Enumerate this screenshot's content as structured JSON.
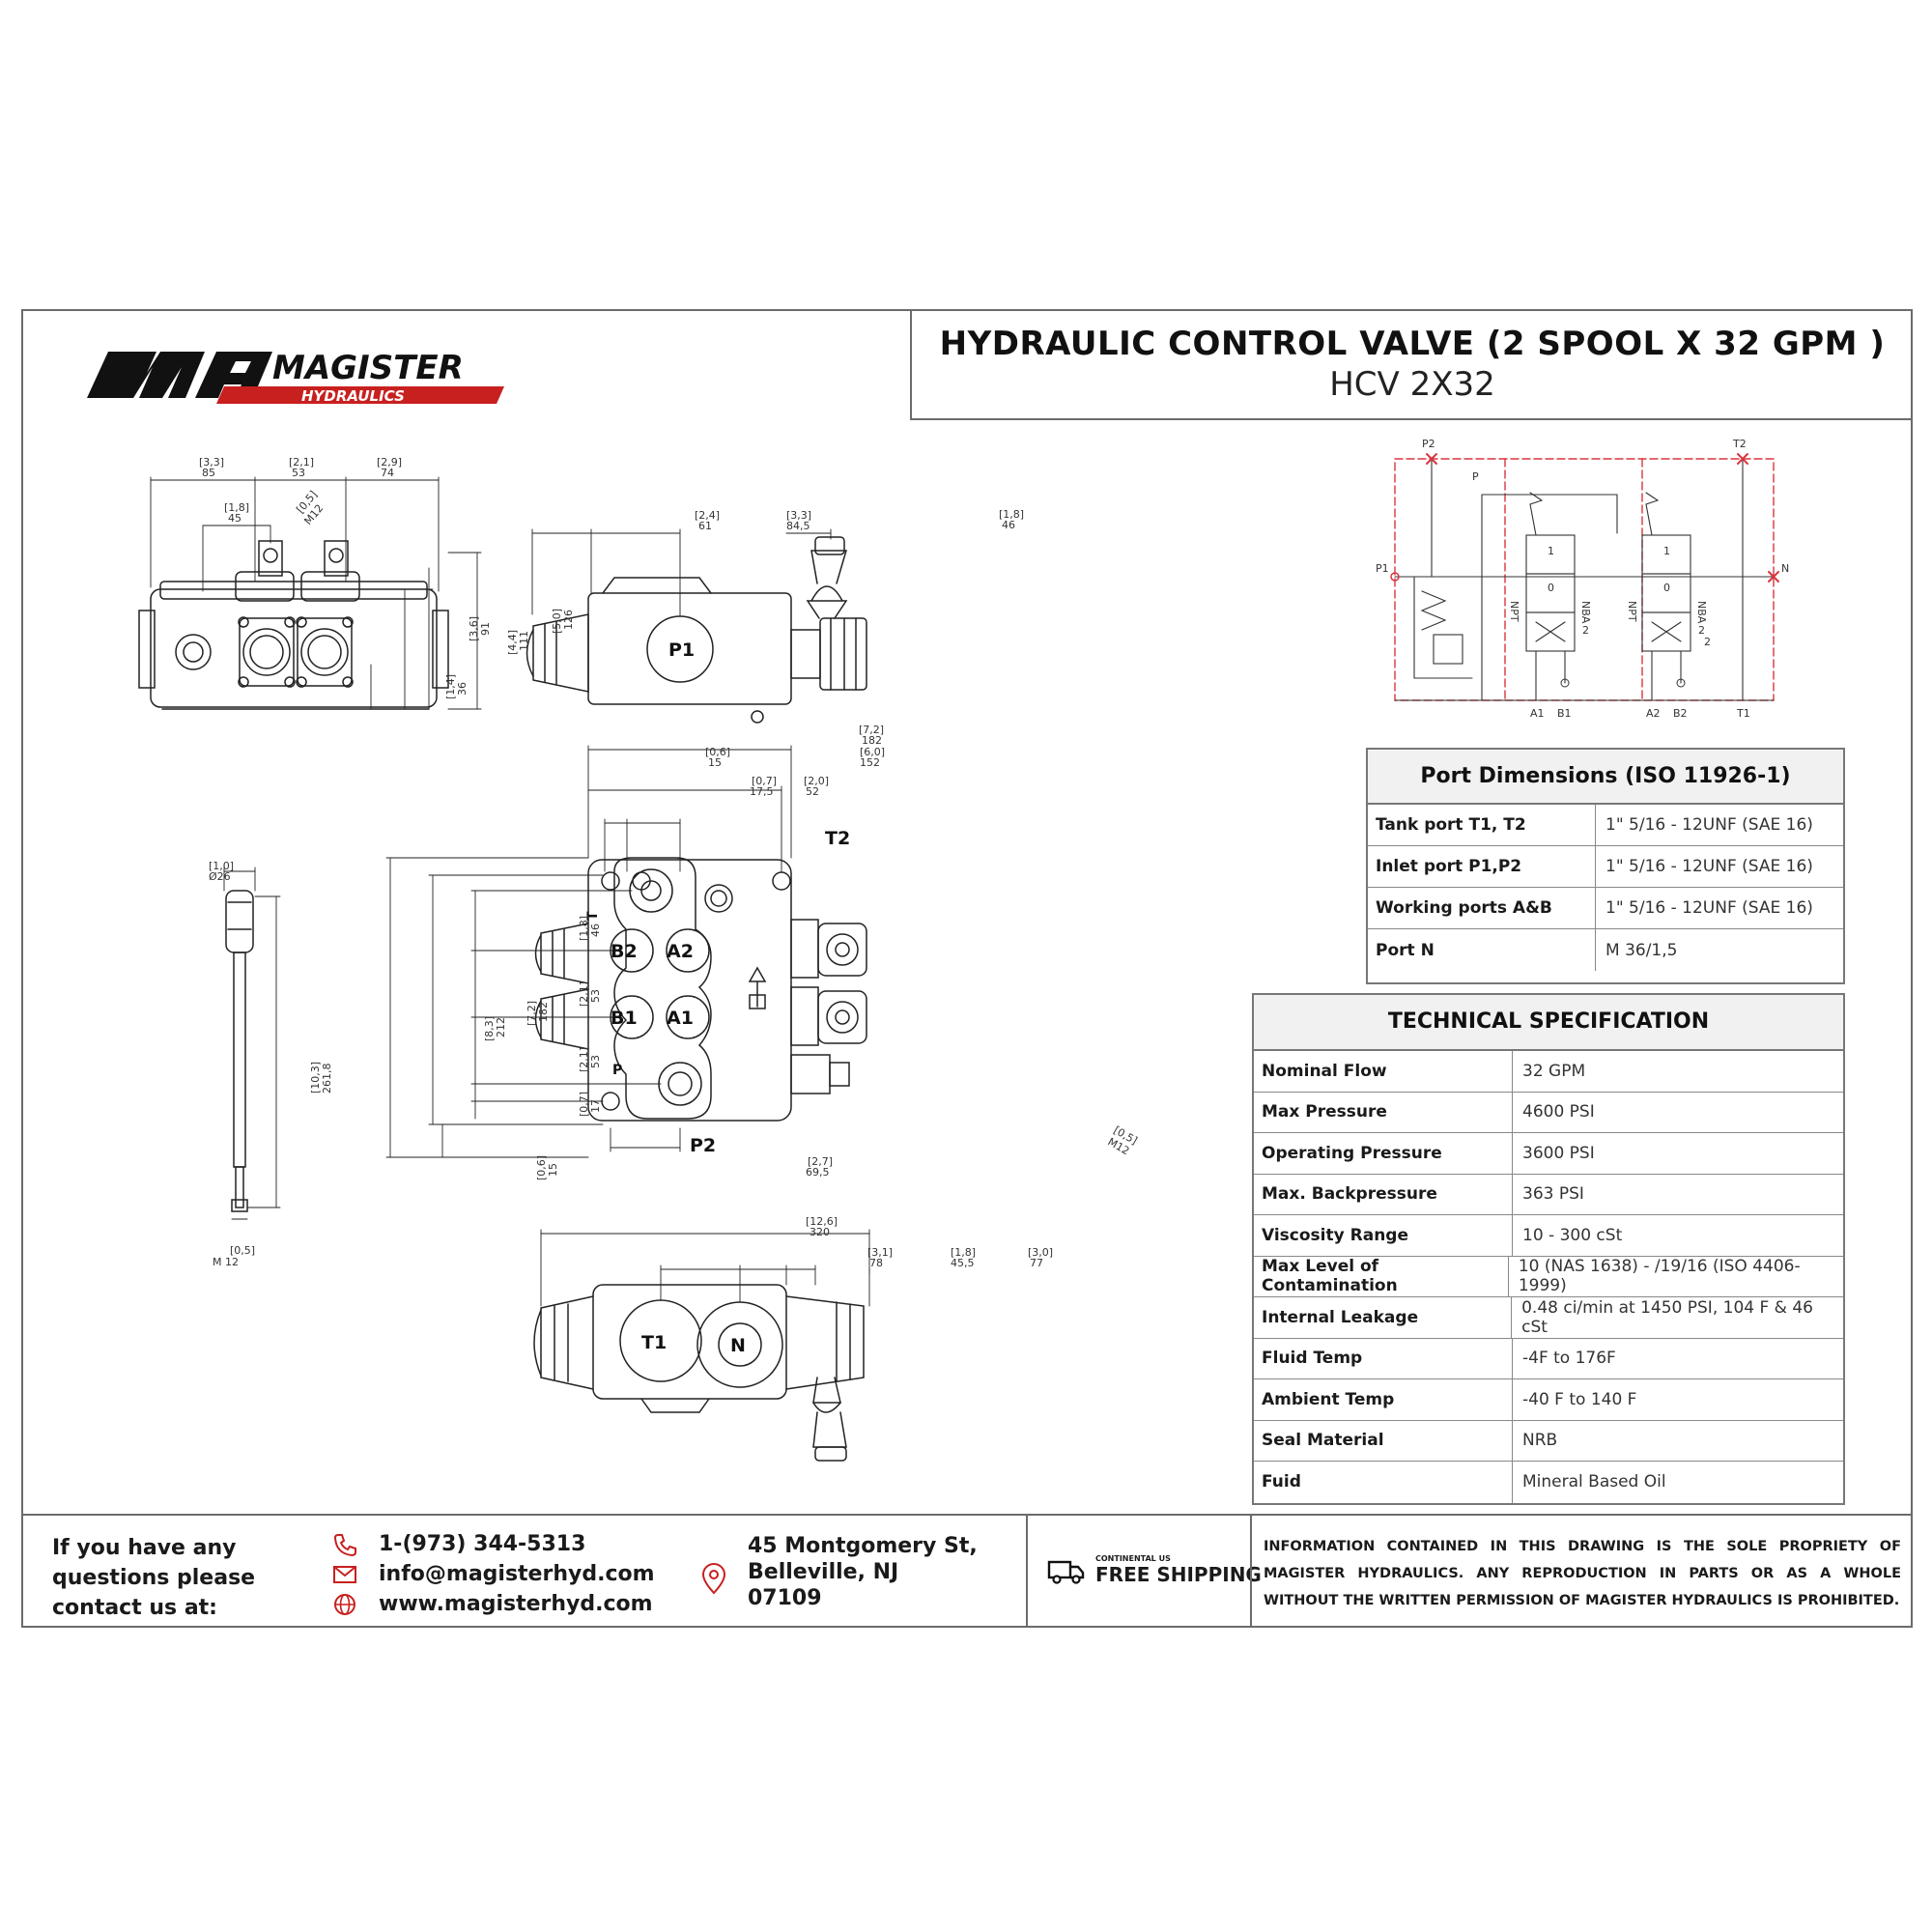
{
  "header": {
    "title": "HYDRAULIC CONTROL VALVE (2 SPOOL X 32 GPM )",
    "model": "HCV 2X32",
    "logo_main": "MAGISTER",
    "logo_sub": "HYDRAULICS"
  },
  "colors": {
    "accent_red": "#c8201f",
    "line": "#222222",
    "border": "#6b6b6b",
    "schematic_dash": "#d9363e"
  },
  "drawing": {
    "top_view": {
      "dims": [
        "[3,3]",
        "85",
        "[2,1]",
        "53",
        "[2,9]",
        "74",
        "[1,8]",
        "45",
        "[0,5]",
        "M12",
        "[3,6]",
        "91",
        "[4,4]",
        "111",
        "[5,0]",
        "126",
        "[1,4]",
        "36"
      ]
    },
    "side_view": {
      "dims": [
        "[2,4]",
        "61",
        "[3,3]",
        "84,5",
        "[1,8]",
        "46"
      ],
      "port": "P1"
    },
    "front_view": {
      "dims": [
        "[7,2]",
        "182",
        "[0,6]",
        "15",
        "[6,0]",
        "152",
        "[0,7]",
        "17,5",
        "[2,0]",
        "52",
        "[1,8]",
        "46",
        "[2,1]",
        "53",
        "[2,1]",
        "53",
        "[0,7]",
        "17",
        "[7,2]",
        "182",
        "[8,3]",
        "212",
        "[0,6]",
        "15",
        "[2,7]",
        "69,5",
        "[0,5]",
        "M12"
      ],
      "ports": [
        "T2",
        "B2",
        "A2",
        "B1",
        "A1",
        "P2"
      ],
      "side_letters": [
        "T",
        "P"
      ]
    },
    "lever": {
      "dims": [
        "[1,0]",
        "Ø26",
        "[10,3]",
        "261,8",
        "[0,5]",
        "M 12"
      ]
    },
    "bottom_view": {
      "dims": [
        "[12,6]",
        "320",
        "[3,1]",
        "78",
        "[1,8]",
        "45,5",
        "[3,0]",
        "77"
      ],
      "ports": [
        "T1",
        "N"
      ]
    },
    "schematic": {
      "labels": [
        "P2",
        "T2",
        "P",
        "P1",
        "N",
        "A1",
        "B1",
        "A2",
        "B2",
        "T1",
        "NBA",
        "NPT",
        "1",
        "0",
        "2",
        "1",
        "0",
        "2",
        "NBA",
        "NPT",
        "2"
      ]
    }
  },
  "port_table": {
    "title": "Port Dimensions (ISO 11926-1)",
    "rows": [
      {
        "label": "Tank port T1, T2",
        "value": "1\" 5/16 - 12UNF (SAE 16)"
      },
      {
        "label": "Inlet port P1,P2",
        "value": "1\" 5/16 - 12UNF (SAE 16)"
      },
      {
        "label": "Working ports A&B",
        "value": "1\" 5/16 - 12UNF (SAE 16)"
      },
      {
        "label": "Port N",
        "value": "M 36/1,5"
      }
    ]
  },
  "spec_table": {
    "title": "TECHNICAL SPECIFICATION",
    "rows": [
      {
        "label": "Nominal Flow",
        "value": "32 GPM"
      },
      {
        "label": "Max Pressure",
        "value": "4600 PSI"
      },
      {
        "label": "Operating Pressure",
        "value": "3600 PSI"
      },
      {
        "label": "Max. Backpressure",
        "value": "363 PSI"
      },
      {
        "label": "Viscosity Range",
        "value": "10 - 300 cSt"
      },
      {
        "label": "Max Level of Contamination",
        "value": "10 (NAS 1638) - /19/16 (ISO 4406-1999)"
      },
      {
        "label": "Internal Leakage",
        "value": "0.48 ci/min at 1450 PSI, 104 F & 46 cSt"
      },
      {
        "label": "Fluid Temp",
        "value": "-4F to 176F"
      },
      {
        "label": "Ambient Temp",
        "value": "-40 F to 140 F"
      },
      {
        "label": "Seal Material",
        "value": "NRB"
      },
      {
        "label": "Fuid",
        "value": "Mineral Based Oil"
      }
    ]
  },
  "footer": {
    "contact_prompt": [
      "If you have any",
      "questions please",
      "contact us at:"
    ],
    "phone": "1-(973) 344-5313",
    "email": "info@magisterhyd.com",
    "website": "www.magisterhyd.com",
    "address": [
      "45 Montgomery St,",
      "Belleville, NJ",
      "07109"
    ],
    "shipping_small": "CONTINENTAL US",
    "shipping": "FREE SHIPPING",
    "legal": "INFORMATION CONTAINED IN THIS DRAWING IS THE SOLE PROPRIETY OF MAGISTER HYDRAULICS. ANY REPRODUCTION IN PARTS OR AS A WHOLE WITHOUT THE WRITTEN PERMISSION OF MAGISTER HYDRAULICS IS PROHIBITED."
  }
}
